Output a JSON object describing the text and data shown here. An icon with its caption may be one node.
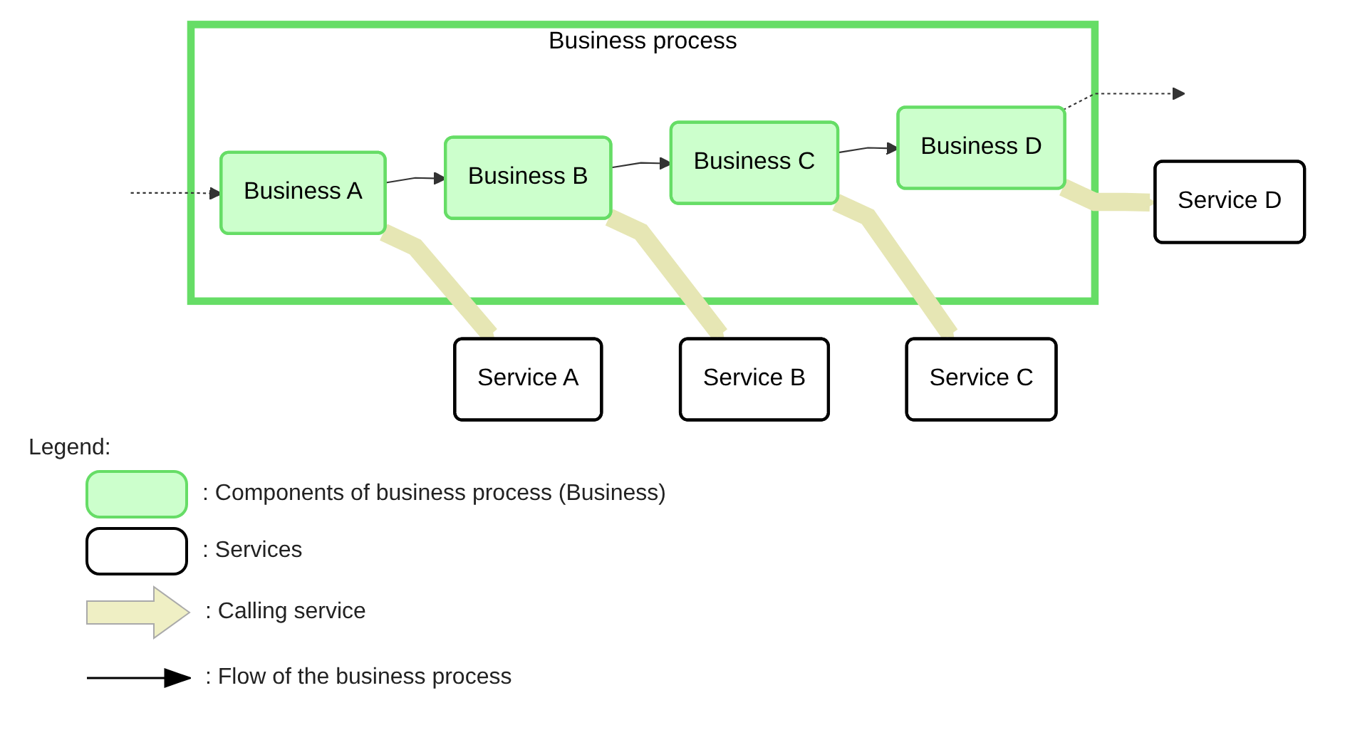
{
  "diagram": {
    "nodes": [
      {
        "text": [
          "Business process"
        ]
      },
      {
        "text": [
          "Business A"
        ],
        "in": 0
      },
      {
        "text": [
          "Business B"
        ],
        "in": 0
      },
      {
        "text": [
          "Business C"
        ],
        "in": 0
      },
      {
        "text": [
          "Business D"
        ],
        "in": 0
      },
      {
        "text": [
          "Service A"
        ]
      },
      {
        "text": [
          "Service B"
        ]
      },
      {
        "text": [
          "Service C"
        ]
      },
      {
        "text": [
          "Service D"
        ]
      }
    ],
    "edges": [
      {
        "from": null,
        "to": 1,
        "arrow": "to",
        "style": "dashed"
      },
      {
        "from": 1,
        "to": 2,
        "arrow": "to"
      },
      {
        "from": 2,
        "to": 3,
        "arrow": "to"
      },
      {
        "from": 3,
        "to": 4,
        "arrow": "to"
      },
      {
        "from": 4,
        "to": null,
        "arrow": "to",
        "style": "dashed"
      },
      {
        "from": 1,
        "to": 5,
        "arrow": "to",
        "style": "thick",
        "color": "#e6e6b4"
      },
      {
        "from": 2,
        "to": 6,
        "arrow": "to",
        "style": "thick",
        "color": "#e6e6b4"
      },
      {
        "from": 3,
        "to": 7,
        "arrow": "to",
        "style": "thick",
        "color": "#e6e6b4"
      },
      {
        "from": 4,
        "to": 8,
        "arrow": "to",
        "style": "thick",
        "color": "#e6e6b4"
      }
    ],
    "labels": [
      "Legend:"
    ],
    "legend": [
      {
        "text": ": Components of business process (Business)",
        "color": "#ccffcc"
      },
      {
        "text": ": Services"
      },
      {
        "text": ": Calling service"
      },
      {
        "text": ": Flow of the business process"
      }
    ]
  }
}
